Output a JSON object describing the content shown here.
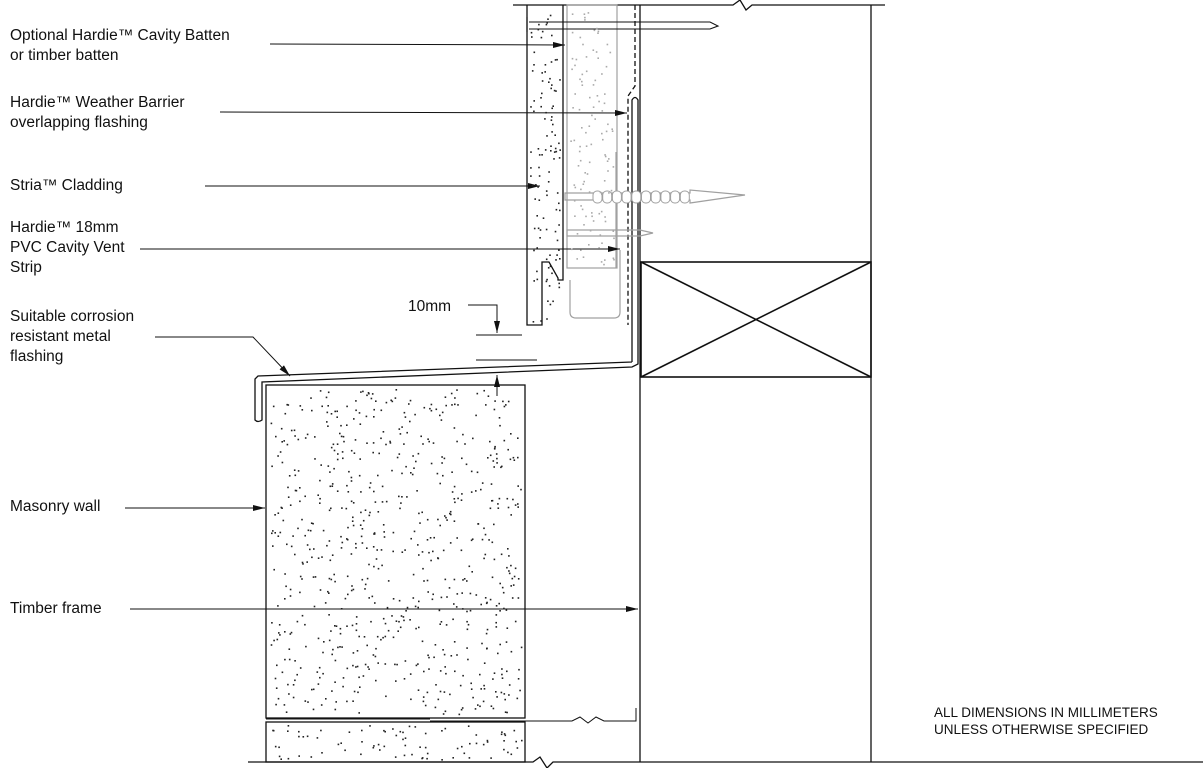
{
  "labels": {
    "cavity_batten": [
      "Optional Hardie™ Cavity Batten",
      "or timber batten"
    ],
    "weather_barrier": [
      "Hardie™ Weather Barrier",
      "overlapping flashing"
    ],
    "cladding": [
      "Stria™ Cladding"
    ],
    "vent_strip": [
      "Hardie™ 18mm",
      "PVC Cavity Vent",
      "Strip"
    ],
    "flashing": [
      "Suitable corrosion",
      "resistant metal",
      "flashing"
    ],
    "masonry": [
      "Masonry wall"
    ],
    "timber_frame": [
      "Timber frame"
    ]
  },
  "dimension": "10mm",
  "note": [
    "ALL DIMENSIONS IN MILLIMETERS",
    "UNLESS OTHERWISE SPECIFIED"
  ],
  "colors": {
    "line": "#111111",
    "light_line": "#a0a0a0"
  }
}
